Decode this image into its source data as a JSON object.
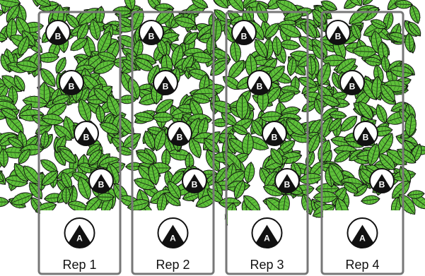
{
  "colors": {
    "leaf": "#5fbf3a",
    "leaf_dark": "#2e7d1f",
    "outline": "#111111",
    "plot_border": "#777777",
    "background": "#ffffff"
  },
  "plots": [
    {
      "label": "Rep 1",
      "plant_markers": [
        "B",
        "B",
        "B",
        "B"
      ],
      "control_marker": "A"
    },
    {
      "label": "Rep 2",
      "plant_markers": [
        "B",
        "B",
        "B",
        "B"
      ],
      "control_marker": "A"
    },
    {
      "label": "Rep 3",
      "plant_markers": [
        "B",
        "B",
        "B",
        "B"
      ],
      "control_marker": "A"
    },
    {
      "label": "Rep 4",
      "plant_markers": [
        "B",
        "B",
        "B",
        "B"
      ],
      "control_marker": "A"
    }
  ]
}
